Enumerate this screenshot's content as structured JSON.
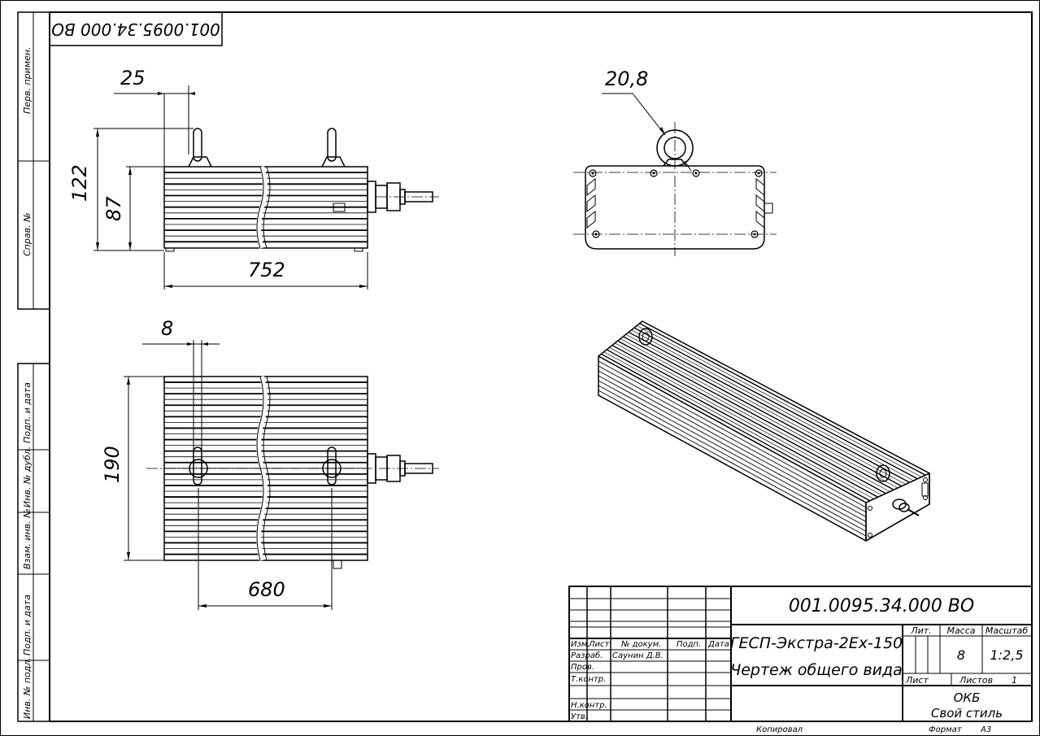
{
  "stamp_code_rotated": "001.0095.34.000 ВО",
  "side_strip": {
    "perv_primen": "Перв. примен.",
    "sprav_no": "Справ. №",
    "podp_i_data_1": "Подп. и дата",
    "inv_no_dubl": "Инв. № дубл.",
    "vzam_inv_no": "Взам. инв. №",
    "podp_i_data_2": "Подп. и дата",
    "inv_no_podl": "Инв. № подл."
  },
  "dimensions": {
    "top_25": "25",
    "top_122": "122",
    "top_87": "87",
    "top_752": "752",
    "bottom_8": "8",
    "bottom_190": "190",
    "bottom_680": "680",
    "end_20_8": "20,8"
  },
  "title_block": {
    "designation": "001.0095.34.000 ВО",
    "name_line1": "ГЕСП-Экстра-2Ех-150",
    "name_line2": "Чертеж общего вида",
    "hdr_izm": "Изм.",
    "hdr_list": "Лист",
    "hdr_doc": "№ докум.",
    "hdr_podp": "Подп.",
    "hdr_data": "Дата",
    "razrab": "Разраб.",
    "razrab_name": "Саунин Д.В.",
    "prov": "Пров.",
    "tkontr": "Т.контр.",
    "nkontr": "Н.контр.",
    "utv": "Утв.",
    "lit": "Лит.",
    "massa": "Масса",
    "masshtab": "Масштаб",
    "massa_val": "8",
    "masshtab_val": "1:2,5",
    "list_lbl": "Лист",
    "listov_lbl": "Листов",
    "listov_val": "1",
    "org1": "ОКБ",
    "org2": "Свой стиль"
  },
  "footer": {
    "kopiroval": "Копировал",
    "format": "Формат",
    "format_val": "А3"
  }
}
